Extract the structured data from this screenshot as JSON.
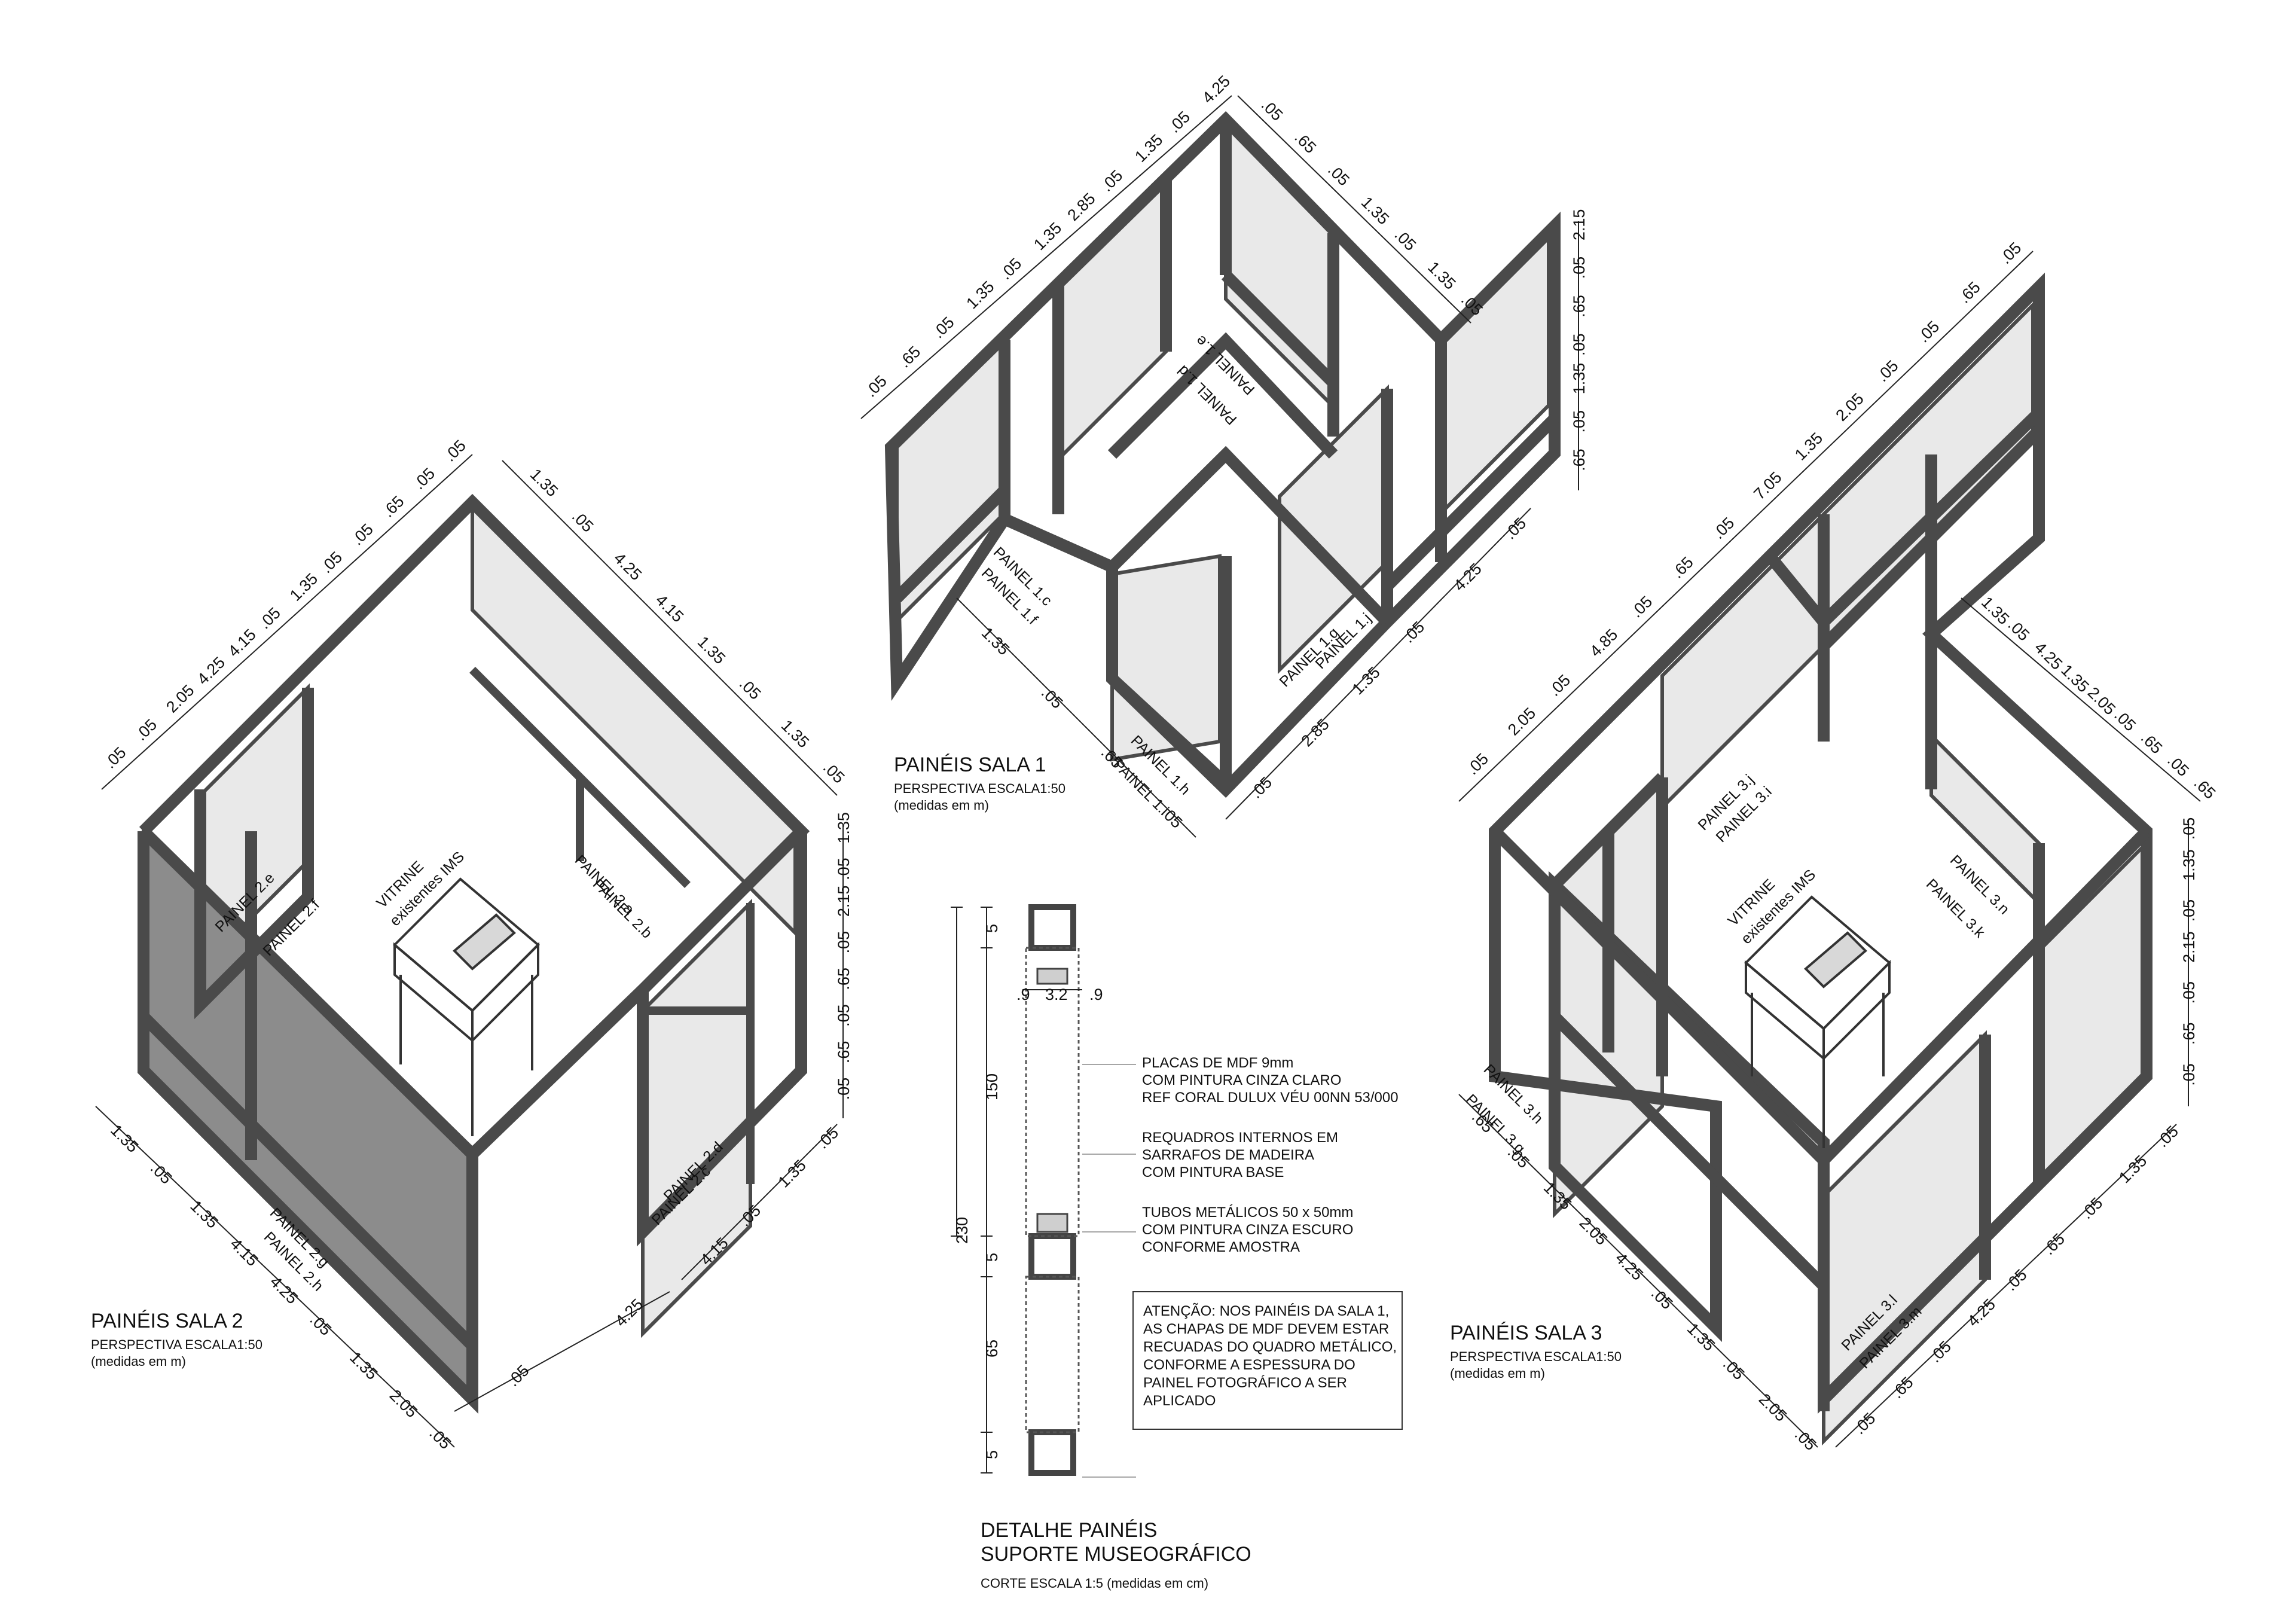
{
  "sala1": {
    "title": "PAINÉIS SALA 1",
    "subtitle": "PERSPECTIVA ESCALA1:50",
    "units": "(medidas em m)",
    "panel_labels": [
      "PAINEL 1.c",
      "PAINEL 1.f",
      "PAINEL 1.d",
      "PAINEL 1.e",
      "PAINEL 1.g",
      "PAINEL 1.j",
      "PAINEL 1.h",
      "PAINEL 1.i"
    ],
    "dims": [
      ".05",
      ".65",
      ".05",
      "1.35",
      ".05",
      "1.35",
      "2.85",
      ".05",
      "1.35",
      ".05",
      "4.25",
      ".05",
      ".65",
      ".05",
      "1.35",
      ".05",
      "1.35",
      ".05",
      "2.15",
      ".05",
      ".65",
      ".05",
      "1.35",
      ".05",
      ".65",
      ".05",
      "4.25",
      ".05",
      "1.35",
      "2.85",
      ".05",
      "1.35",
      ".05",
      ".65",
      ".05"
    ]
  },
  "sala2": {
    "title": "PAINÉIS SALA 2",
    "subtitle": "PERSPECTIVA ESCALA1:50",
    "units": "(medidas em m)",
    "vitrine": [
      "VITRINE",
      "existentes IMS"
    ],
    "panel_labels": [
      "PAINEL 2.e",
      "PAINEL 2.f",
      "PAINEL 2.a",
      "PAINEL 2.b",
      "PAINEL 2.c",
      "PAINEL 2.d",
      "PAINEL 2.g",
      "PAINEL 2.h"
    ],
    "dims": [
      ".05",
      ".05",
      "2.05",
      "4.25",
      "4.15",
      ".05",
      "1.35",
      ".05",
      ".05",
      ".65",
      ".05",
      ".05",
      "1.35",
      ".05",
      "4.25",
      "4.15",
      "1.35",
      ".05",
      "1.35",
      ".05",
      "1.35",
      ".05",
      "2.15",
      ".05",
      ".65",
      ".05",
      ".65",
      ".05",
      ".05",
      "1.35",
      ".05",
      "4.15",
      "4.25",
      ".05",
      "1.35",
      ".05",
      "1.35",
      "4.15",
      "4.25",
      ".05",
      "1.35",
      "2.05",
      ".05"
    ]
  },
  "sala3": {
    "title": "PAINÉIS SALA 3",
    "subtitle": "PERSPECTIVA ESCALA1:50",
    "units": "(medidas em m)",
    "vitrine": [
      "VITRINE",
      "existentes IMS"
    ],
    "panel_labels": [
      "PAINEL 3.j",
      "PAINEL 3.i",
      "PAINEL 3.n",
      "PAINEL 3.k",
      "PAINEL 3.h",
      "PAINEL 3.g",
      "PAINEL 3.l",
      "PAINEL 3.m"
    ],
    "dims": [
      ".05",
      "2.05",
      ".05",
      "4.85",
      ".05",
      ".65",
      ".05",
      "7.05",
      "1.35",
      "2.05",
      ".05",
      ".05",
      ".65",
      ".05",
      "1.35",
      ".05",
      "4.25",
      "1.35",
      "2.05",
      ".05",
      ".65",
      ".05",
      ".65",
      ".05",
      "1.35",
      ".05",
      "2.15",
      ".05",
      ".65",
      ".05",
      ".05",
      "1.35",
      ".05",
      ".65",
      ".05",
      "4.25",
      ".05",
      ".65",
      ".05",
      ".65",
      ".05",
      "1.35",
      "2.05",
      "4.25",
      ".05",
      "1.35",
      ".05",
      "2.05",
      ".05"
    ]
  },
  "detalhe": {
    "title_lines": [
      "DETALHE PAINÉIS",
      "SUPORTE MUSEOGRÁFICO"
    ],
    "subtitle": "CORTE ESCALA 1:5 (medidas em cm)",
    "dims_vertical": [
      "5",
      "150",
      "230",
      "5",
      "65",
      "5"
    ],
    "dims_horizontal": [
      ".9",
      "3.2",
      ".9"
    ],
    "notes": [
      [
        "PLACAS DE MDF 9mm",
        "COM PINTURA CINZA CLARO",
        "REF CORAL DULUX VÉU 00NN 53/000"
      ],
      [
        "REQUADROS INTERNOS EM",
        "SARRAFOS DE MADEIRA",
        "COM PINTURA BASE"
      ],
      [
        "TUBOS METÁLICOS 50 x 50mm",
        "COM PINTURA CINZA ESCURO",
        "CONFORME AMOSTRA"
      ]
    ],
    "warning": [
      "ATENÇÃO: NOS PAINÉIS DA SALA 1,",
      "AS CHAPAS DE MDF DEVEM ESTAR",
      "RECUADAS DO QUADRO METÁLICO,",
      "CONFORME A ESPESSURA DO",
      "PAINEL FOTOGRÁFICO A SER",
      "APLICADO"
    ]
  },
  "colors": {
    "frame": "#4a4a4a",
    "panel": "#e9e9e9",
    "panel_dark": "#8c8c8c"
  }
}
